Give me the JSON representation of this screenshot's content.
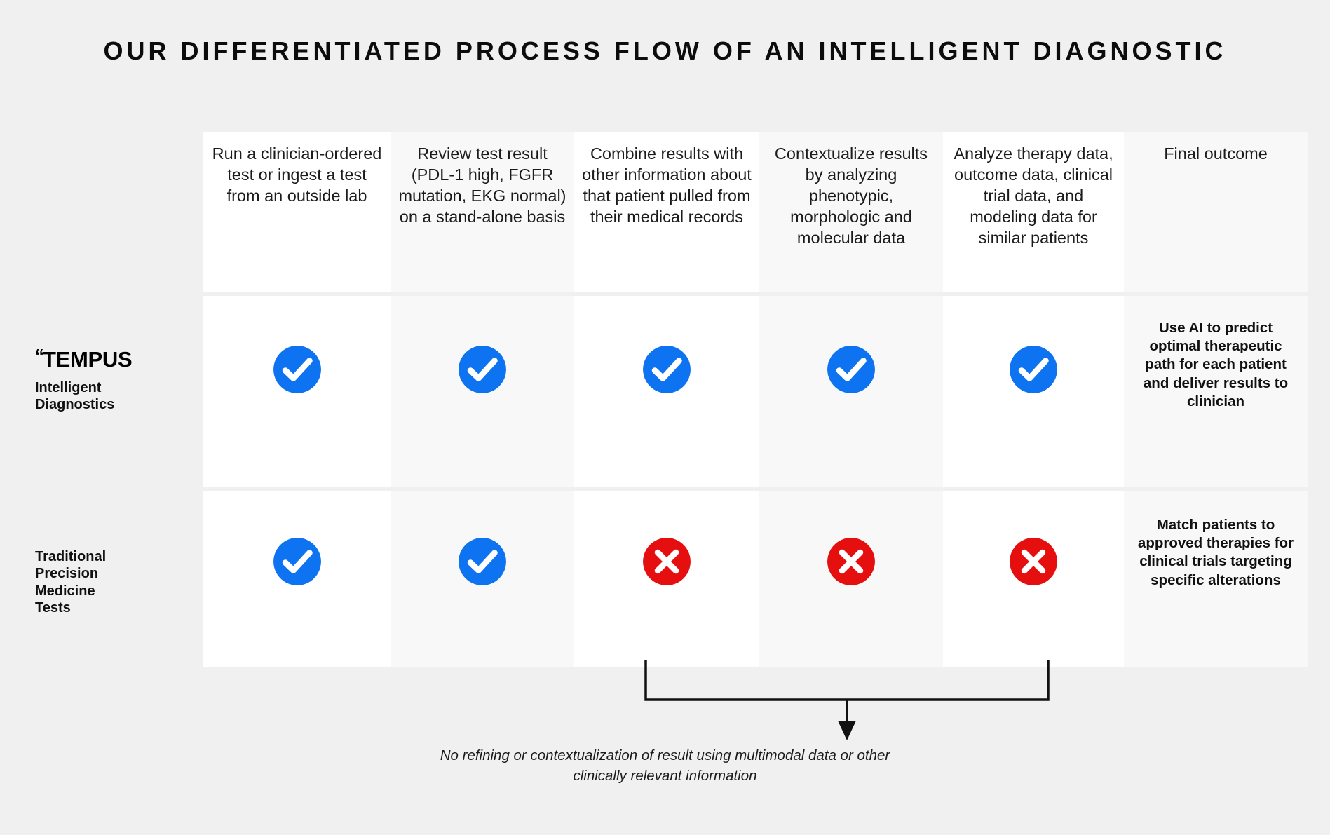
{
  "page": {
    "title": "OUR DIFFERENTIATED PROCESS FLOW OF AN INTELLIGENT DIAGNOSTIC",
    "background_color": "#F0F0F0"
  },
  "colors": {
    "check_blue": "#0D73F0",
    "cross_red": "#E50F0F",
    "cell_white": "#FFFFFF",
    "cell_offwhite": "#F8F8F8",
    "text": "#111111"
  },
  "columns": [
    {
      "index": 1,
      "header": "Run a clinician-ordered test or ingest a test from an outside lab"
    },
    {
      "index": 2,
      "header": "Review test result (PDL-1 high, FGFR mutation, EKG normal) on a stand-alone basis"
    },
    {
      "index": 3,
      "header": "Combine results with other information about that patient pulled from their medical records"
    },
    {
      "index": 4,
      "header": "Contextualize results by analyzing phenotypic, morphologic and molecular data"
    },
    {
      "index": 5,
      "header": "Analyze therapy data, outcome data, clinical trial data, and modeling data for similar patients"
    },
    {
      "index": 6,
      "header": "Final outcome"
    }
  ],
  "rows": [
    {
      "id": "tempus",
      "logo": "TEMPUS",
      "logo_mark": "''",
      "label": "Intelligent\nDiagnostics",
      "label_line1": "Intelligent",
      "label_line2": "Diagnostics",
      "marks": [
        "check",
        "check",
        "check",
        "check",
        "check"
      ],
      "outcome": "Use AI to predict optimal therapeutic path for each patient and deliver results to clinician"
    },
    {
      "id": "traditional",
      "label": "Traditional Precision Medicine Tests",
      "label_line1": "Traditional",
      "label_line2": "Precision",
      "label_line3": "Medicine",
      "label_line4": "Tests",
      "marks": [
        "check",
        "check",
        "cross",
        "cross",
        "cross"
      ],
      "outcome": "Match patients to approved therapies for clinical trials targeting specific alterations"
    }
  ],
  "footnote": {
    "line1": "No refining or contextualization of result using multimodal data or other",
    "line2": "clinically relevant information",
    "bracket_spans_columns": [
      3,
      5
    ]
  },
  "icons": {
    "check": "check-circle-icon",
    "cross": "x-circle-icon",
    "arrow": "down-arrow-icon"
  }
}
